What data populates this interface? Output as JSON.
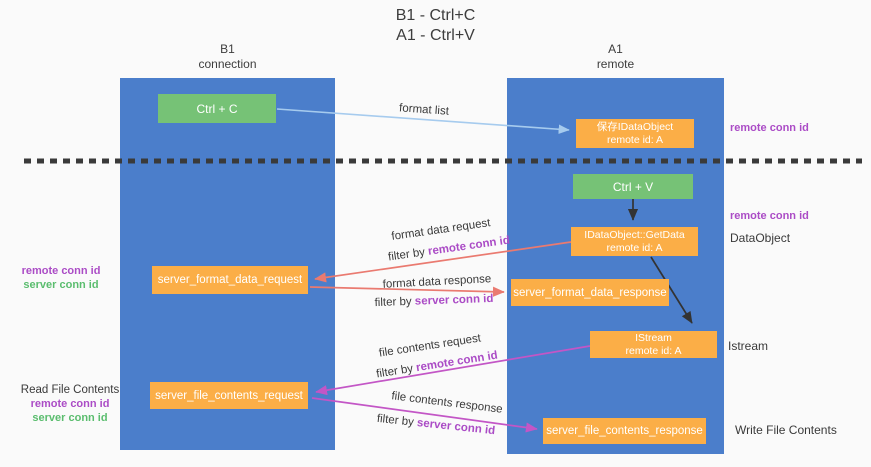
{
  "title": {
    "line1": "B1 - Ctrl+C",
    "line2": "A1 - Ctrl+V"
  },
  "lanes": {
    "left": {
      "title": "B1",
      "subtitle": "connection"
    },
    "right": {
      "title": "A1",
      "subtitle": "remote"
    }
  },
  "nodes": {
    "ctrl_c": {
      "label": "Ctrl + C"
    },
    "ctrl_v": {
      "label": "Ctrl + V"
    },
    "save_idataobject": {
      "line1": "保存IDataObject",
      "line2": "remote id: A"
    },
    "idataobject_getdata": {
      "line1": "IDataObject::GetData",
      "line2": "remote id: A"
    },
    "istream": {
      "line1": "IStream",
      "line2": "remote id: A"
    },
    "server_format_data_request": {
      "label": "server_format_data_request"
    },
    "server_format_data_response": {
      "label": "server_format_data_response"
    },
    "server_file_contents_request": {
      "label": "server_file_contents_request"
    },
    "server_file_contents_response": {
      "label": "server_file_contents_response"
    }
  },
  "messages": {
    "format_list": {
      "label": "format list"
    },
    "format_data_request": {
      "label": "format data request",
      "filter_prefix": "filter by ",
      "filter_key": "remote conn id"
    },
    "format_data_response": {
      "label": "format data response",
      "filter_prefix": "filter by ",
      "filter_key": "server conn id"
    },
    "file_contents_request": {
      "label": "file contents request",
      "filter_prefix": "filter by ",
      "filter_key": "remote conn id"
    },
    "file_contents_response": {
      "label": "file contents response",
      "filter_prefix": "filter by ",
      "filter_key": "server conn id"
    }
  },
  "side_labels": {
    "right_remote_conn_id_top": "remote conn id",
    "right_remote_conn_id_mid": "remote conn id",
    "right_dataobject": "DataObject",
    "right_istream": "Istream",
    "right_write_file_contents": "Write File Contents",
    "left_format": {
      "remote": "remote conn id",
      "server": "server conn id"
    },
    "left_file": {
      "title": "Read File Contents",
      "remote": "remote conn id",
      "server": "server conn id"
    }
  },
  "colors": {
    "lane_blue": "#4b7ecb",
    "node_orange": "#fbae47",
    "node_green": "#76c276",
    "arrow_lightblue": "#a6cbee",
    "arrow_red": "#ea7a70",
    "arrow_magenta": "#c356c6",
    "arrow_black": "#333333",
    "label_purple": "#ab4cc6",
    "label_green": "#5abd6e",
    "background": "#fafafa"
  }
}
